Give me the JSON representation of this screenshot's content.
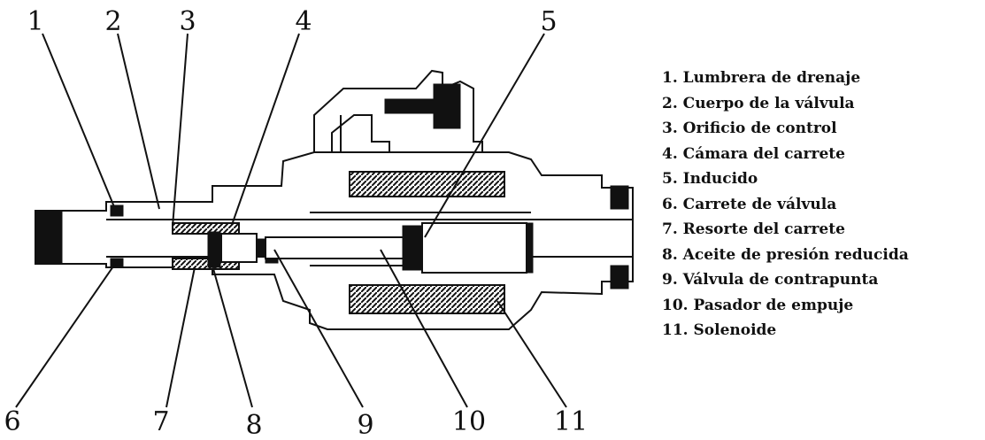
{
  "callouts": [
    {
      "number": "1",
      "text": "1. Lumbrera de drenaje"
    },
    {
      "number": "2",
      "text": "2. Cuerpo de la válvula"
    },
    {
      "number": "3",
      "text": "3. Orificio de control"
    },
    {
      "number": "4",
      "text": "4. Cámara del carrete"
    },
    {
      "number": "5",
      "text": "5. Inducido"
    },
    {
      "number": "6",
      "text": "6. Carrete de válvula"
    },
    {
      "number": "7",
      "text": "7. Resorte del carrete"
    },
    {
      "number": "8",
      "text": "8. Aceite de presión reducida"
    },
    {
      "number": "9",
      "text": "9. Válvula de contrapunta"
    },
    {
      "number": "10",
      "text": "10. Pasador de empuje"
    },
    {
      "number": "11",
      "text": "11. Solenoide"
    }
  ]
}
